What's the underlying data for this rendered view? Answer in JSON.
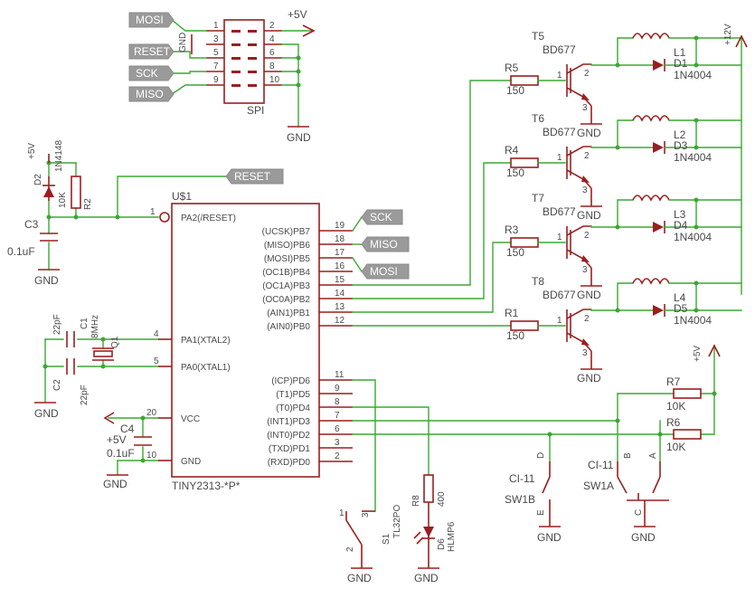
{
  "connector": {
    "name": "SPI",
    "pins": [
      "1",
      "2",
      "3",
      "4",
      "5",
      "6",
      "7",
      "8",
      "9",
      "10"
    ]
  },
  "labels": {
    "mosi": "MOSI",
    "reset": "RESET",
    "sck": "SCK",
    "miso": "MISO",
    "gnd": "GND",
    "gnd_short": "GND",
    "p5v": "+5V",
    "p12v": "+12V"
  },
  "ic": {
    "name": "U$1",
    "part": "TINY2313-*P*",
    "left_pins": [
      {
        "num": "1",
        "label": "PA2(/RESET)"
      },
      {
        "num": "4",
        "label": "PA1(XTAL2)"
      },
      {
        "num": "5",
        "label": "PA0(XTAL1)"
      },
      {
        "num": "20",
        "label": "VCC"
      },
      {
        "num": "10",
        "label": "GND"
      }
    ],
    "right_pins": [
      {
        "num": "19",
        "label": "(UCSK)PB7"
      },
      {
        "num": "18",
        "label": "(MISO)PB6"
      },
      {
        "num": "17",
        "label": "(MOSI)PB5"
      },
      {
        "num": "16",
        "label": "(OC1B)PB4"
      },
      {
        "num": "15",
        "label": "(OC1A)PB3"
      },
      {
        "num": "14",
        "label": "(OC0A)PB2"
      },
      {
        "num": "13",
        "label": "(AIN1)PB1"
      },
      {
        "num": "12",
        "label": "(AIN0)PB0"
      },
      {
        "num": "11",
        "label": "(ICP)PD6"
      },
      {
        "num": "9",
        "label": "(T1)PD5"
      },
      {
        "num": "8",
        "label": "(T0)PD4"
      },
      {
        "num": "7",
        "label": "(INT1)PD3"
      },
      {
        "num": "6",
        "label": "(INT0)PD2"
      },
      {
        "num": "3",
        "label": "(TXD)PD1"
      },
      {
        "num": "2",
        "label": "(RXD)PD0"
      }
    ]
  },
  "components": {
    "d2": {
      "ref": "D2",
      "value": "1N4148"
    },
    "r2": {
      "ref": "R2",
      "value": "10K"
    },
    "c3": {
      "ref": "C3",
      "value": "0.1uF"
    },
    "c1": {
      "ref": "C1",
      "value": "22pF"
    },
    "c2": {
      "ref": "C2",
      "value": "22pF"
    },
    "q1": {
      "ref": "Q1",
      "value": "8MHz"
    },
    "c4": {
      "ref": "C4",
      "value": "0.1uF"
    },
    "s1": {
      "ref": "S1",
      "value": "TL32PO"
    },
    "r8": {
      "ref": "R8",
      "value": "400"
    },
    "d6": {
      "ref": "D6",
      "value": "HLMP6"
    },
    "sw1b": {
      "ref": "SW1B",
      "value": "CI-11",
      "pin_d": "D",
      "pin_e": "E"
    },
    "sw1a": {
      "ref": "SW1A",
      "value": "CI-11",
      "pin_b": "B",
      "pin_a": "A",
      "pin_c": "C"
    },
    "r7": {
      "ref": "R7",
      "value": "10K"
    },
    "r6": {
      "ref": "R6",
      "value": "10K"
    },
    "s1pins": {
      "p1": "1",
      "p2": "2",
      "p3": "3"
    }
  },
  "drivers": [
    {
      "r": "R5",
      "rv": "150",
      "t": "T5",
      "tv": "BD677",
      "l": "L1",
      "d": "D1",
      "dv": "1N4004"
    },
    {
      "r": "R4",
      "rv": "150",
      "t": "T6",
      "tv": "BD677",
      "l": "L2",
      "d": "D3",
      "dv": "1N4004"
    },
    {
      "r": "R3",
      "rv": "150",
      "t": "T7",
      "tv": "BD677",
      "l": "L3",
      "d": "D4",
      "dv": "1N4004"
    },
    {
      "r": "R1",
      "rv": "150",
      "t": "T8",
      "tv": "BD677",
      "l": "L4",
      "d": "D5",
      "dv": "1N4004"
    }
  ],
  "tpins": {
    "b": "1",
    "c": "2",
    "e": "3"
  }
}
